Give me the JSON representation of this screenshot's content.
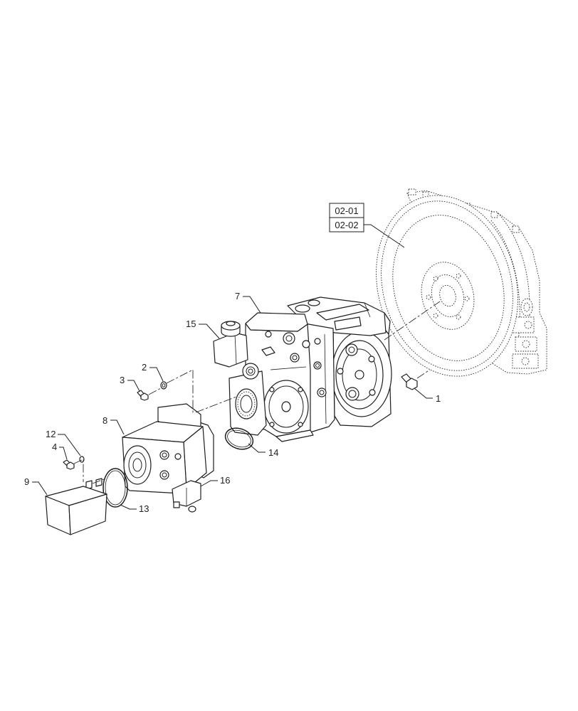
{
  "colors": {
    "line": "#1e1e1e",
    "background": "#ffffff"
  },
  "reference_links": {
    "top": "02-01",
    "bottom": "02-02"
  },
  "callouts": {
    "item_1": "1",
    "item_2": "2",
    "item_3": "3",
    "item_4": "4",
    "item_7": "7",
    "item_8": "8",
    "item_9": "9",
    "item_12": "12",
    "item_13": "13",
    "item_14": "14",
    "item_15": "15",
    "item_16": "16"
  }
}
